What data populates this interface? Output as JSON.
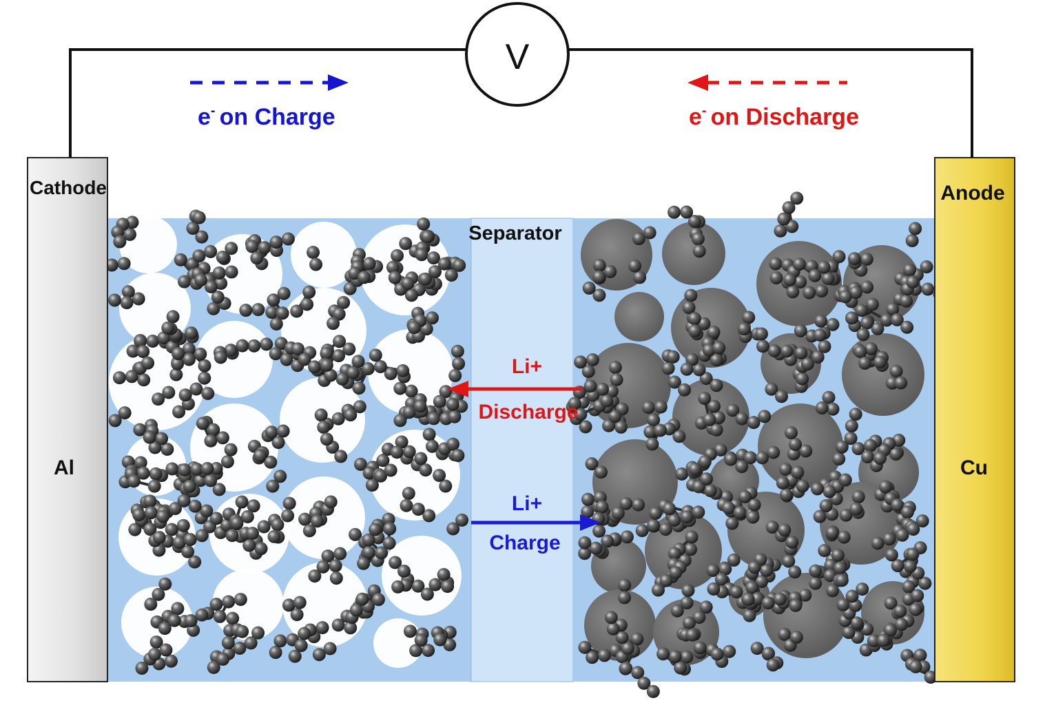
{
  "circuit": {
    "meter_symbol": "V"
  },
  "electrons": {
    "charge": {
      "prefix": "e",
      "superscript": "-",
      "text": "on Charge",
      "color": "#1515d0"
    },
    "discharge": {
      "prefix": "e",
      "superscript": "-",
      "text": "on Discharge",
      "color": "#e01515"
    }
  },
  "electrodes": {
    "cathode": {
      "label": "Cathode",
      "material": "Al",
      "color": "#e9e9e9"
    },
    "anode": {
      "label": "Anode",
      "material": "Cu",
      "color": "#f2d94e"
    }
  },
  "separator": {
    "label": "Separator"
  },
  "ion_flow": {
    "discharge": {
      "ion": "Li+",
      "label": "Discharge",
      "color": "#e01515"
    },
    "charge": {
      "ion": "Li+",
      "label": "Charge",
      "color": "#1a1ad0"
    }
  },
  "colors": {
    "electrolyte": "#a9cbed",
    "separator": "#cfe4f8",
    "cathode_particle": "#ffffff",
    "anode_particle": "#6a6a6a",
    "molecule": "#3a3a3a"
  }
}
